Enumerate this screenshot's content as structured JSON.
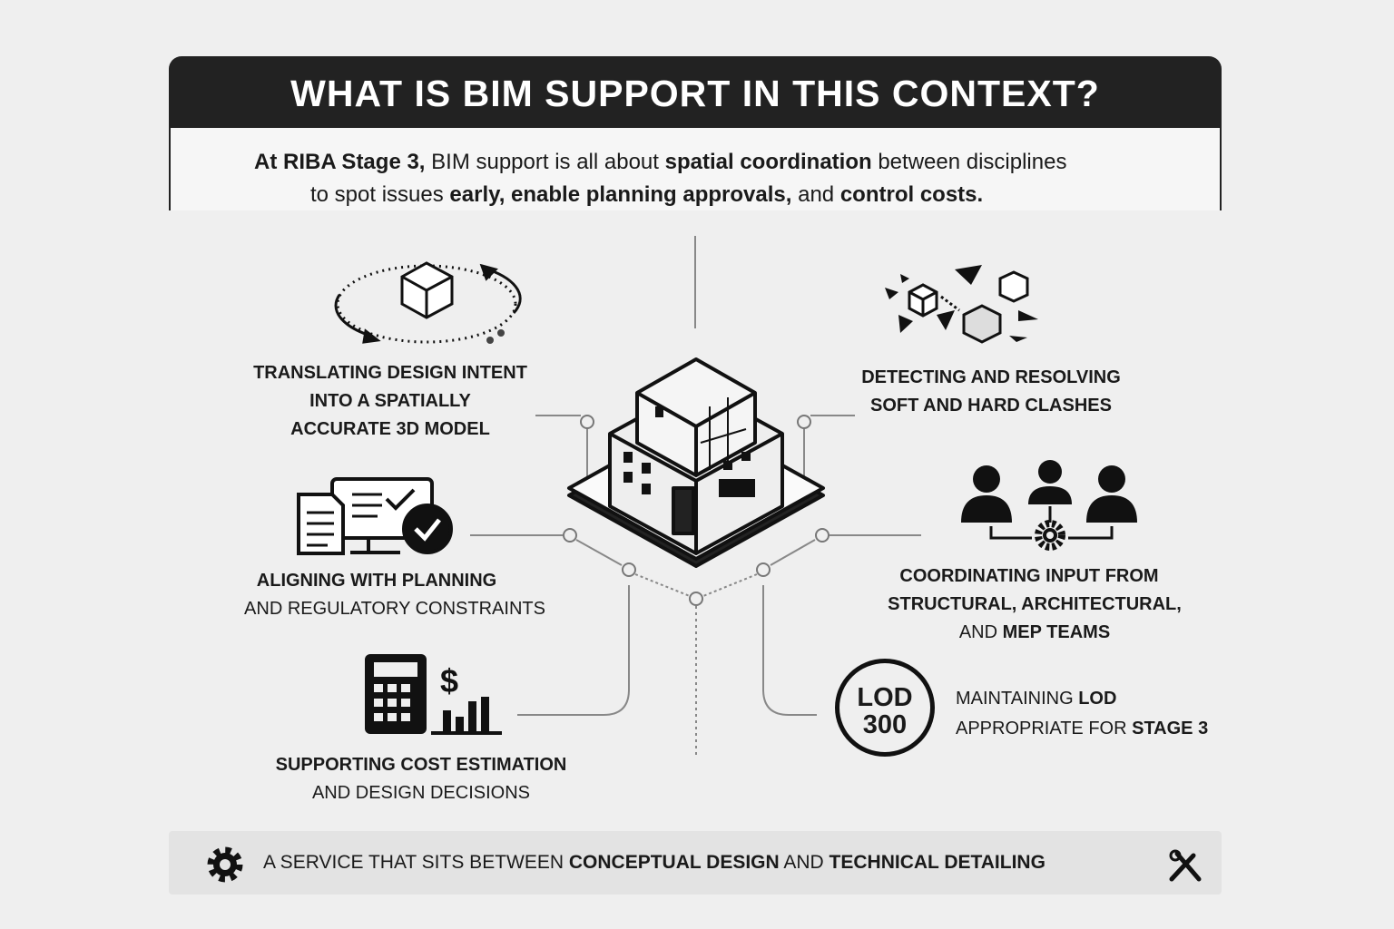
{
  "header": {
    "title": "WHAT IS BIM SUPPORT IN THIS CONTEXT?"
  },
  "intro": {
    "line1": [
      {
        "t": "At RIBA Stage 3,",
        "b": true
      },
      {
        "t": " BIM support is all about ",
        "b": false
      },
      {
        "t": "spatial coordination",
        "b": true
      },
      {
        "t": " between disciplines",
        "b": false
      }
    ],
    "line2": [
      {
        "t": "to spot issues ",
        "b": false
      },
      {
        "t": "early, enable planning approvals,",
        "b": true
      },
      {
        "t": " and ",
        "b": false
      },
      {
        "t": "control costs.",
        "b": true
      }
    ]
  },
  "items": {
    "design_intent": [
      "Translating design intent",
      "into a spatially",
      "accurate 3D model"
    ],
    "clashes": [
      "Detecting and resolving",
      "soft and hard clashes"
    ],
    "planning": [
      "Aligning with planning",
      "and regulatory constraints"
    ],
    "coordinating": [
      "Coordinating input from",
      "structural, architectural,",
      "and",
      "MEP teams"
    ],
    "cost": [
      "Supporting cost estimation",
      "and design decisions"
    ],
    "lod": {
      "badge_top": "LOD",
      "badge_bottom": "300",
      "line1a": "Maintaining ",
      "line1b": "LOD",
      "line2a": "appropriate for ",
      "line2b": "STAGE 3"
    }
  },
  "footer": {
    "a": "A SERVICE THAT SITS BETWEEN ",
    "b": "CONCEPTUAL DESIGN",
    "c": " AND ",
    "d": "TECHNICAL DETAILING"
  },
  "colors": {
    "dark": "#222222",
    "bg": "#efefef"
  }
}
